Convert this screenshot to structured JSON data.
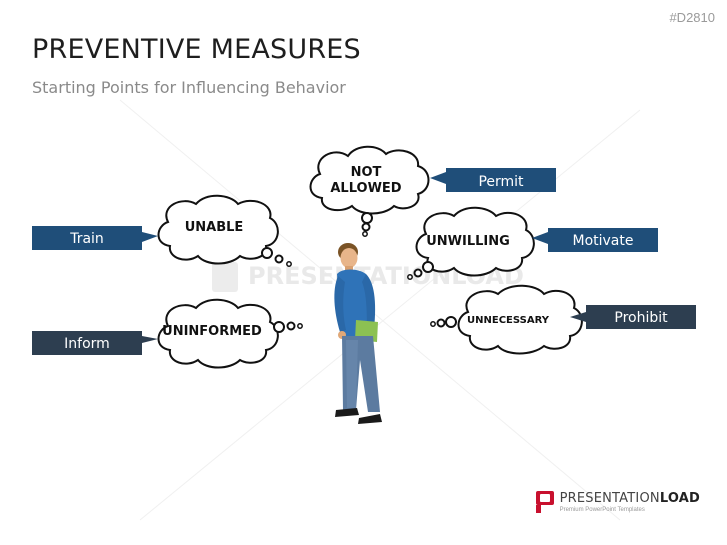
{
  "slide_id": "#D2810",
  "title": "PREVENTIVE MEASURES",
  "subtitle": "Starting Points for Influencing Behavior",
  "thoughts": {
    "not_allowed": [
      "NOT",
      "ALLOWED"
    ],
    "unable": "UNABLE",
    "unwilling": "UNWILLING",
    "uninformed": "UNINFORMED",
    "unnecessary": "UNNECESSARY"
  },
  "measures": {
    "permit": "Permit",
    "train": "Train",
    "motivate": "Motivate",
    "inform": "Inform",
    "prohibit": "Prohibit"
  },
  "colors": {
    "blue_box": "#1f4e79",
    "dark_box": "#2d3e50",
    "logo_red": "#c8102e"
  },
  "watermark": "PRESENTATIONLOAD",
  "logo": {
    "name_light": "PRESENTATION",
    "name_bold": "LOAD",
    "tagline": "Premium PowerPoint Templates"
  }
}
